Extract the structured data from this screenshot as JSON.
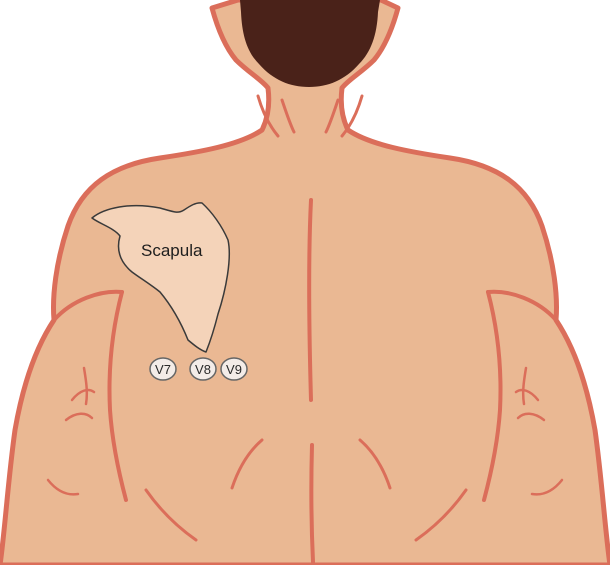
{
  "colors": {
    "skin": "#eab893",
    "outline": "#db6e5a",
    "hair": "#4a2219",
    "scapula_fill": "#f4d3b9",
    "scapula_stroke": "#3a3a3a",
    "electrode_fill": "#f3ece8",
    "electrode_stroke": "#666666"
  },
  "labels": {
    "scapula": "Scapula"
  },
  "electrodes": [
    {
      "id": "v7",
      "label": "V7"
    },
    {
      "id": "v8",
      "label": "V8"
    },
    {
      "id": "v9",
      "label": "V9"
    }
  ]
}
